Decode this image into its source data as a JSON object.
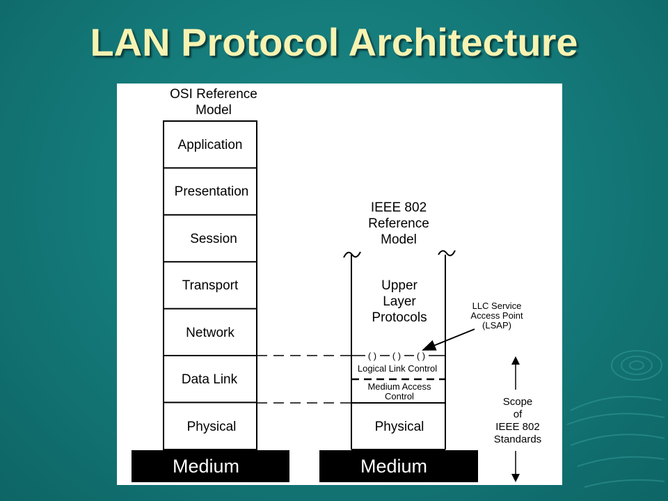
{
  "slide": {
    "title": "LAN Protocol Architecture"
  },
  "osi": {
    "heading_line1": "OSI Reference",
    "heading_line2": "Model",
    "layers": [
      "Application",
      "Presentation",
      "Session",
      "Transport",
      "Network",
      "Data Link",
      "Physical"
    ],
    "medium": "Medium"
  },
  "ieee": {
    "heading_line1": "IEEE 802",
    "heading_line2": "Reference",
    "heading_line3": "Model",
    "upper_line1": "Upper",
    "upper_line2": "Layer",
    "upper_line3": "Protocols",
    "llc": "Logical Link Control",
    "mac_line1": "Medium Access",
    "mac_line2": "Control",
    "physical": "Physical",
    "medium": "Medium",
    "sap_glyph": "(  )"
  },
  "lsap": {
    "line1": "LLC Service",
    "line2": "Access Point",
    "line3": "(LSAP)"
  },
  "scope": {
    "line1": "Scope",
    "line2": "of",
    "line3": "IEEE 802",
    "line4": "Standards"
  },
  "colors": {
    "background": "#147878",
    "title": "#f7f3b2",
    "panel": "#ffffff",
    "ink": "#000000"
  }
}
